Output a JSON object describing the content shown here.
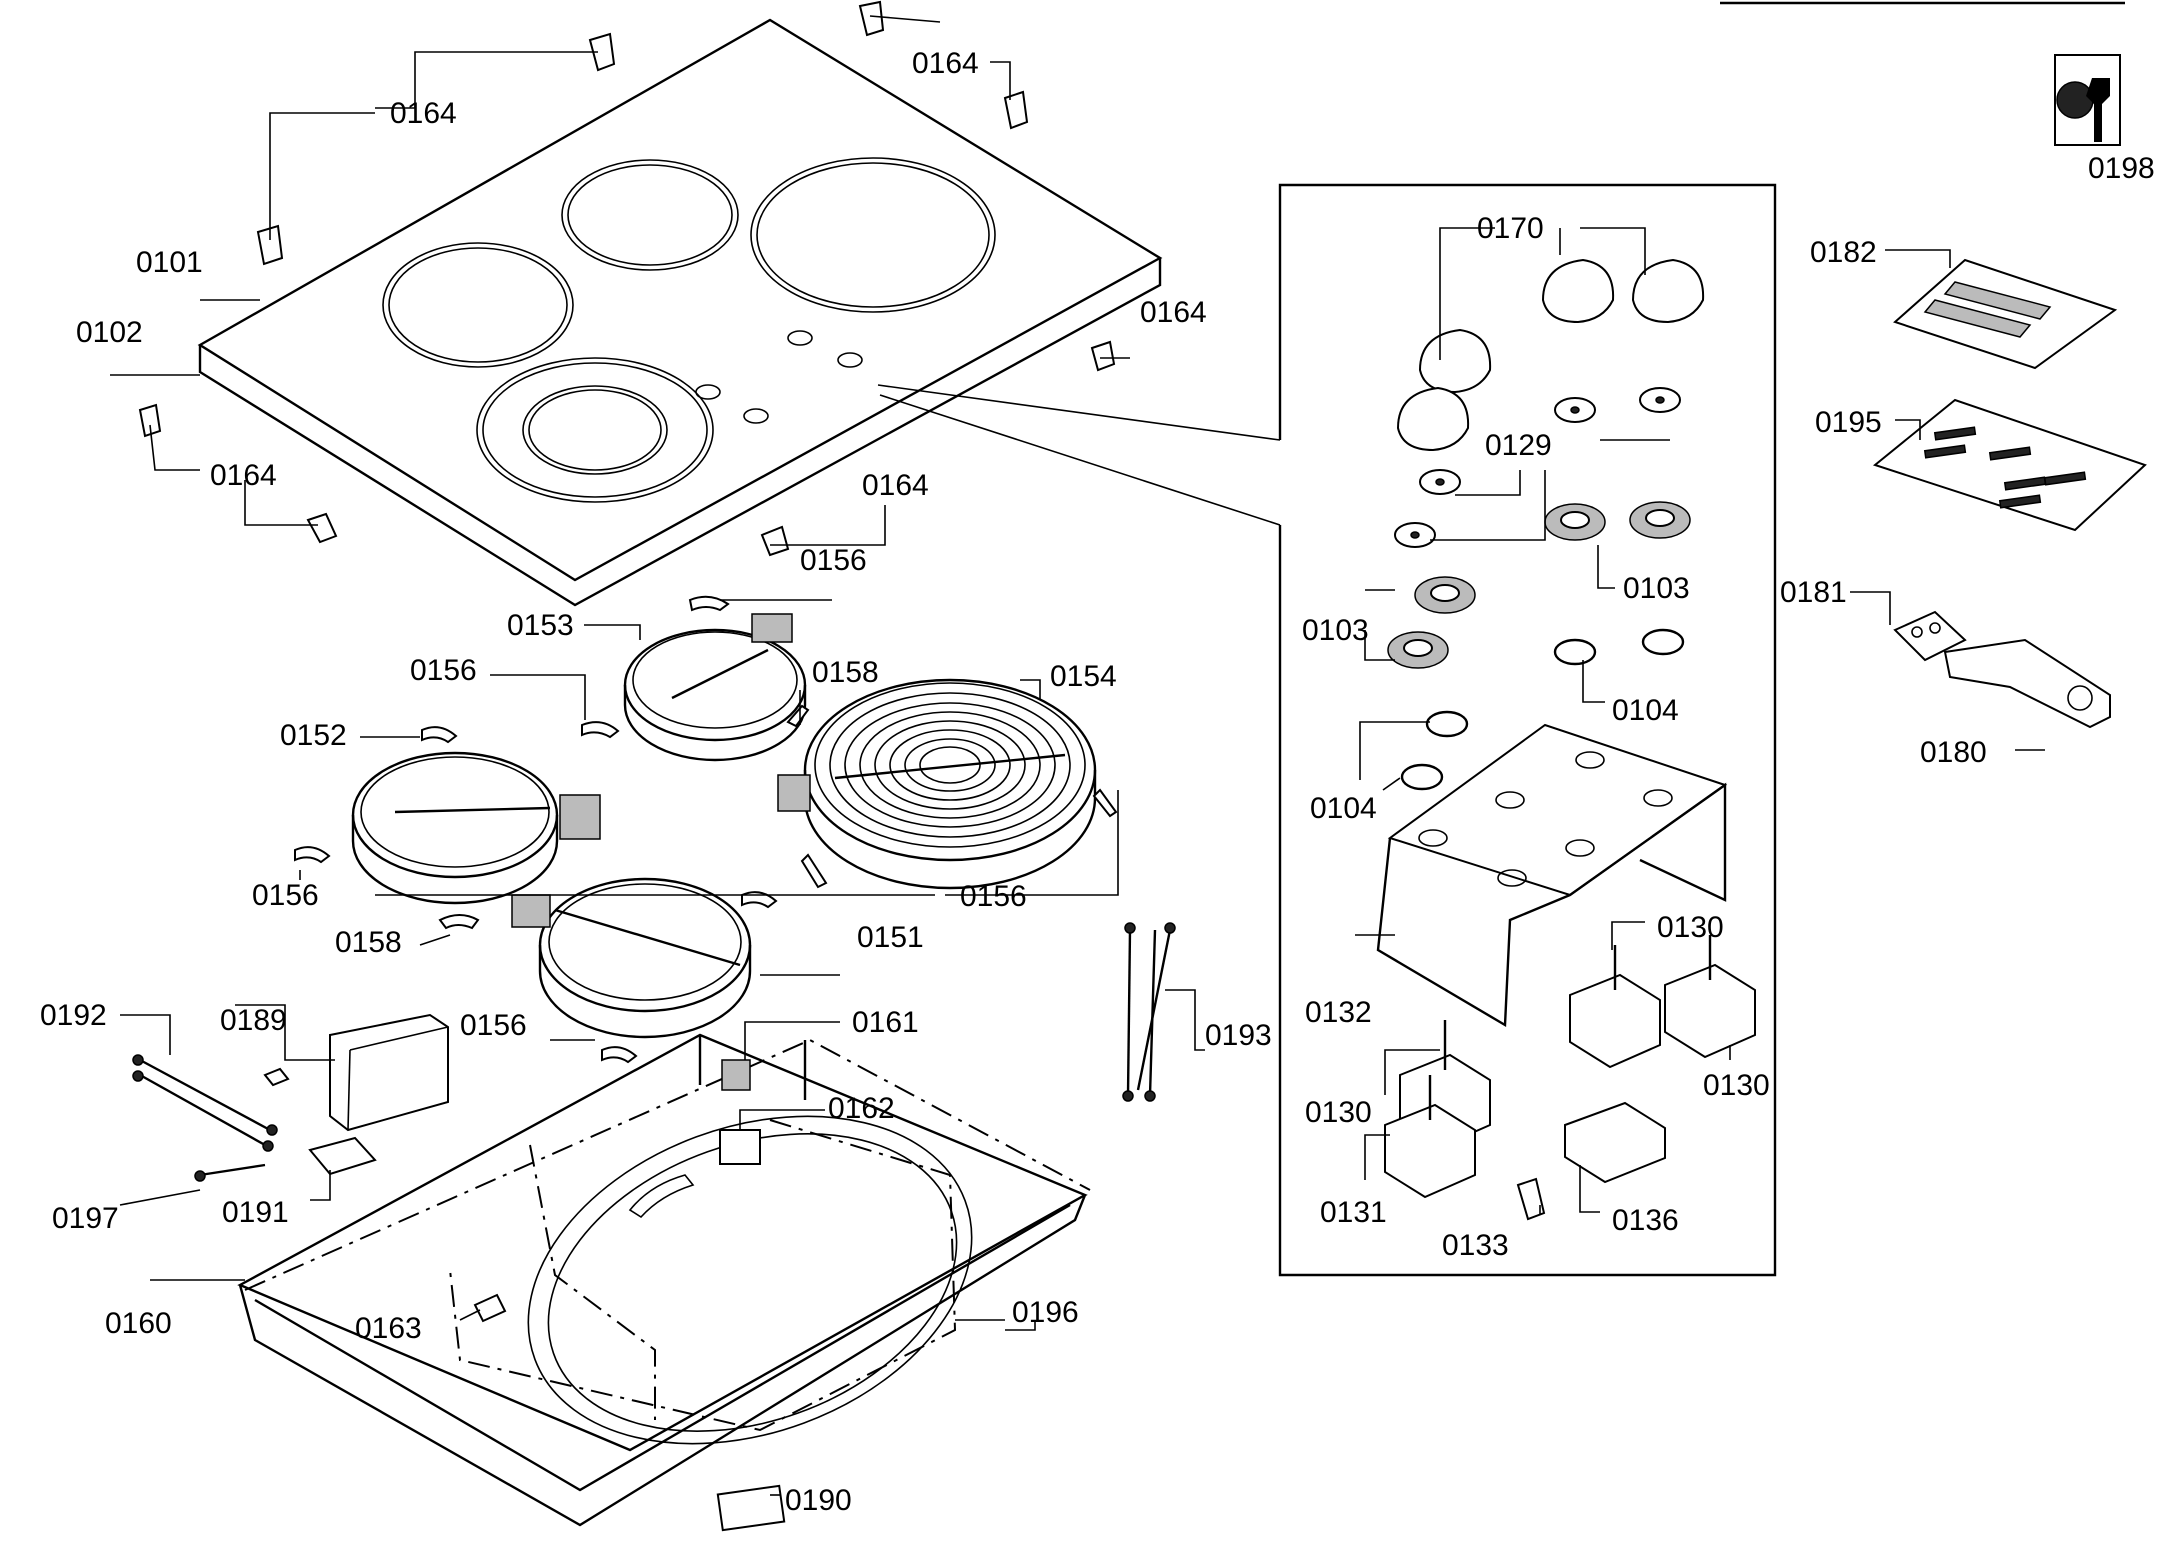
{
  "labels": {
    "l0101": "0101",
    "l0102": "0102",
    "l0164a": "0164",
    "l0164b": "0164",
    "l0164c": "0164",
    "l0164d": "0164",
    "l0164e": "0164",
    "l0153": "0153",
    "l0154": "0154",
    "l0152": "0152",
    "l0151": "0151",
    "l0156a": "0156",
    "l0156b": "0156",
    "l0156c": "0156",
    "l0156d": "0156",
    "l0156e": "0156",
    "l0158a": "0158",
    "l0158b": "0158",
    "l0192": "0192",
    "l0189": "0189",
    "l0197": "0197",
    "l0191": "0191",
    "l0160": "0160",
    "l0163": "0163",
    "l0161": "0161",
    "l0162": "0162",
    "l0196": "0196",
    "l0190": "0190",
    "l0193": "0193",
    "l0170": "0170",
    "l0129": "0129",
    "l0103a": "0103",
    "l0103b": "0103",
    "l0104a": "0104",
    "l0104b": "0104",
    "l0132": "0132",
    "l0130a": "0130",
    "l0130b": "0130",
    "l0130c": "0130",
    "l0131": "0131",
    "l0133": "0133",
    "l0136": "0136",
    "l0198": "0198",
    "l0182": "0182",
    "l0195": "0195",
    "l0181": "0181",
    "l0180": "0180"
  },
  "icons": {
    "service_tool": "wrench-nut-icon"
  }
}
